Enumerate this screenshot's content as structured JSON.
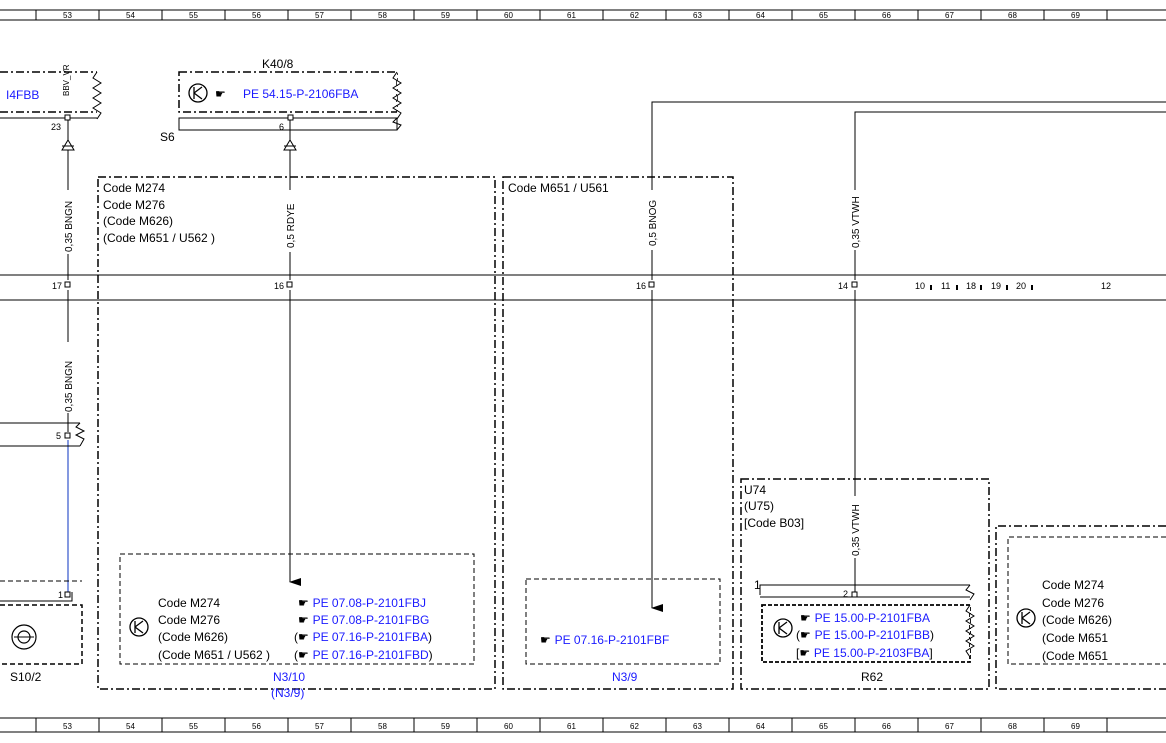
{
  "ruler": {
    "numbers": [
      "53",
      "54",
      "55",
      "56",
      "57",
      "58",
      "59",
      "60",
      "61",
      "62",
      "63",
      "64",
      "65",
      "66",
      "67",
      "68",
      "69"
    ]
  },
  "components": {
    "left_partial": {
      "link": "I4FBB",
      "pin_label": "BBV_VR",
      "pin": "23"
    },
    "k40_8": {
      "name": "K40/8",
      "link": "PE 54.15-P-2106FBA",
      "pin": "6",
      "connector": "S6"
    },
    "n3_10": {
      "codes": [
        "Code M274",
        "Code M276",
        "(Code M626)",
        "(Code M651 / U562 )"
      ],
      "links": [
        "PE 07.08-P-2101FBJ",
        "PE 07.08-P-2101FBG",
        "PE 07.16-P-2101FBA",
        "PE 07.16-P-2101FBD"
      ],
      "link_open": [
        "",
        "",
        "(",
        "("
      ],
      "link_close": [
        "",
        "",
        ")",
        ")"
      ],
      "name": "N3/10",
      "alt_name": "(N3/9)"
    },
    "n3_9": {
      "link": "PE 07.16-P-2101FBF",
      "name": "N3/9"
    },
    "r62": {
      "codes": [
        "U74",
        "(U75)",
        "[Code B03]"
      ],
      "links": [
        "PE 15.00-P-2101FBA",
        "PE 15.00-P-2101FBB",
        "PE 15.00-P-2103FBA"
      ],
      "link_open": [
        "",
        "(",
        "["
      ],
      "link_close": [
        "",
        ")",
        "]"
      ],
      "pin_left": "1",
      "pin": "2",
      "name": "R62"
    },
    "right_partial": {
      "codes": [
        "Code M274",
        "Code M276",
        "(Code M626)",
        "(Code M651",
        "(Code M651"
      ]
    },
    "s10_2": {
      "pin": "1",
      "name": "S10/2",
      "pin5": "5"
    }
  },
  "zones": {
    "zone1_codes": [
      "Code M274",
      "Code M276",
      "(Code M626)",
      "(Code M651 / U562 )"
    ],
    "zone2_codes": [
      "Code M651 / U561"
    ]
  },
  "connector_row": {
    "pins": [
      "17",
      "16",
      "16",
      "14",
      "10",
      "11",
      "18",
      "19",
      "20",
      "12"
    ]
  },
  "wires": {
    "w1_top": "0,35 BNGN",
    "w1_bottom": "0,35 BNGN",
    "w2": "0,5 RDYE",
    "w3": "0,5 BNOG",
    "w4": "0,35 VTWH",
    "w4_bottom": "0,35 VTWH"
  },
  "colors": {
    "link": "#1a1aff",
    "blue_wire": "#3355cc"
  },
  "icons": [
    "transistor-icon",
    "hand-pointer-icon",
    "switch-symbol-icon",
    "ground-arrow-icon"
  ]
}
